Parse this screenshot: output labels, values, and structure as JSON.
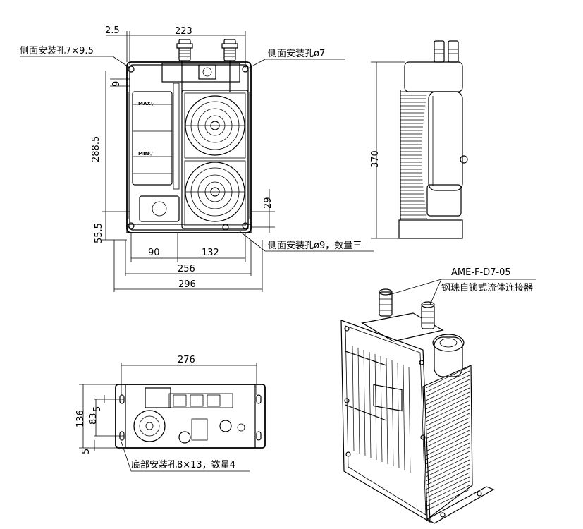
{
  "front_view": {
    "dims": {
      "top_offset": "2.5",
      "top_width": "223",
      "gap_9": "9",
      "height_288": "288.5",
      "height_55": "55.5",
      "right_29": "29",
      "bottom_90": "90",
      "bottom_132": "132",
      "bottom_256": "256",
      "bottom_296": "296"
    },
    "notes": {
      "side_hole_left": "侧面安装孔7×9.5",
      "side_hole_right": "侧面安装孔ø7",
      "side_hole_bottom": "侧面安装孔ø9，数量三"
    },
    "level_max": "MAX▽",
    "level_min": "MIN▽"
  },
  "side_view": {
    "dims": {
      "height_370": "370"
    }
  },
  "bottom_view": {
    "dims": {
      "width_276": "276",
      "height_136": "136",
      "d_83": "83",
      "d_5a": "5",
      "d_5b": "5"
    },
    "notes": {
      "bottom_hole": "底部安装孔8×13，数量4"
    }
  },
  "iso_view": {
    "callout_code": "AME-F-D7-05",
    "callout_name": "钢珠自锁式流体连接器"
  }
}
